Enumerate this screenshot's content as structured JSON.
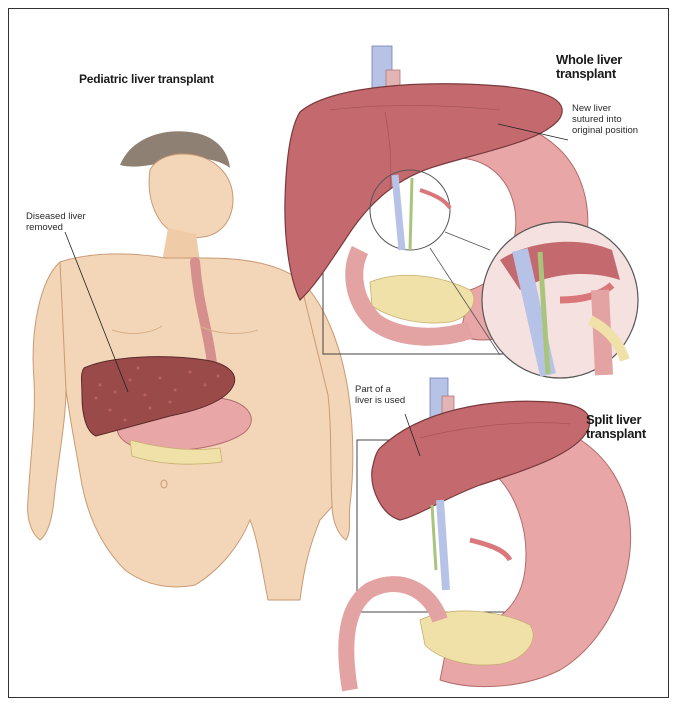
{
  "labels": {
    "pediatric_title": "Pediatric liver transplant",
    "whole_title_line1": "Whole liver",
    "whole_title_line2": "transplant",
    "new_liver_line1": "New liver",
    "new_liver_line2": "sutured into",
    "new_liver_line3": "original position",
    "diseased_line1": "Diseased liver",
    "diseased_line2": "removed",
    "part_line1": "Part of a",
    "part_line2": "liver is used",
    "split_title_line1": "Split liver",
    "split_title_line2": "transplant"
  },
  "colors": {
    "skin": "#f3d6b8",
    "skin_shadow": "#e7bf9a",
    "liver": "#c46a6e",
    "liver_light": "#d98b8c",
    "diseased_liver": "#9b4a4a",
    "stomach": "#e8a7a6",
    "pancreas": "#f0e1a8",
    "vein_blue": "#b7c3e6",
    "duct_green": "#a9c57c"
  }
}
